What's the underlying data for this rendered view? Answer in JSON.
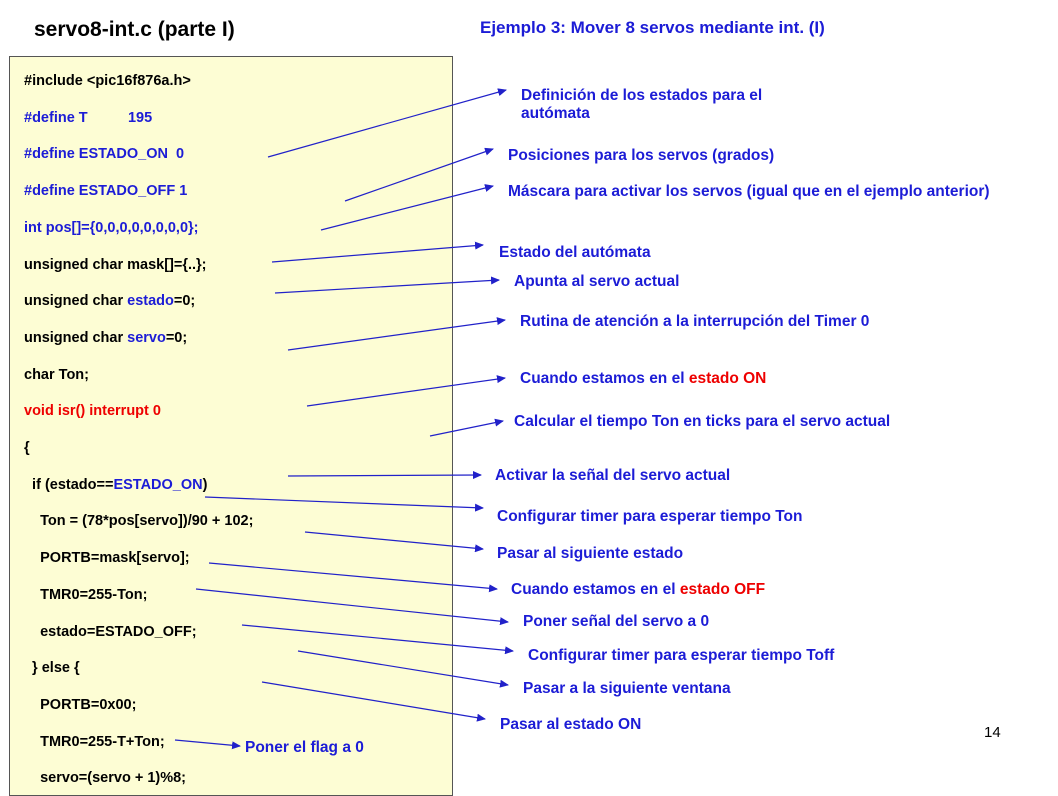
{
  "title": "servo8-int.c (parte I)",
  "subtitle": "Ejemplo 3: Mover 8 servos mediante int. (I)",
  "page_number": "14",
  "colors": {
    "code_default": "#000000",
    "code_accent": "#1c1cd6",
    "code_highlight": "#ee0000",
    "annotation": "#1c1cd6",
    "connector": "#2121c9",
    "panel_bg": "#fdfdd4"
  },
  "code": {
    "lines": [
      [
        {
          "t": "#include <pic16f876a.h>",
          "c": "default"
        }
      ],
      [
        {
          "t": "#define T",
          "c": "accent"
        },
        {
          "t": "          195",
          "c": "accent"
        }
      ],
      [
        {
          "t": "#define ESTADO_ON  0",
          "c": "accent"
        }
      ],
      [
        {
          "t": "#define ESTADO_OFF 1",
          "c": "accent"
        }
      ],
      [
        {
          "t": "int pos[]={0,0,0,0,0,0,0,0};",
          "c": "accent"
        }
      ],
      [
        {
          "t": "unsigned char mask[]={..};",
          "c": "default"
        }
      ],
      [
        {
          "t": "unsigned char ",
          "c": "default"
        },
        {
          "t": "estado",
          "c": "accent"
        },
        {
          "t": "=0;",
          "c": "default"
        }
      ],
      [
        {
          "t": "unsigned char ",
          "c": "default"
        },
        {
          "t": "servo",
          "c": "accent"
        },
        {
          "t": "=0;",
          "c": "default"
        }
      ],
      [
        {
          "t": "char Ton;",
          "c": "default"
        }
      ],
      [
        {
          "t": "void isr() interrupt 0",
          "c": "highlight"
        }
      ],
      [
        {
          "t": "{",
          "c": "default"
        }
      ],
      [
        {
          "t": "  if (estado==",
          "c": "default"
        },
        {
          "t": "ESTADO_ON",
          "c": "accent"
        },
        {
          "t": ")",
          "c": "default"
        }
      ],
      [
        {
          "t": "    Ton = (78*pos[servo])/90 + 102;",
          "c": "default"
        }
      ],
      [
        {
          "t": "    PORTB=mask[servo];",
          "c": "default"
        }
      ],
      [
        {
          "t": "    TMR0=255-Ton;",
          "c": "default"
        }
      ],
      [
        {
          "t": "    estado=ESTADO_OFF;",
          "c": "default"
        }
      ],
      [
        {
          "t": "  } else {",
          "c": "default"
        }
      ],
      [
        {
          "t": "    PORTB=0x00;",
          "c": "default"
        }
      ],
      [
        {
          "t": "    TMR0=255-T+Ton;",
          "c": "default"
        }
      ],
      [
        {
          "t": "    servo=(servo + 1)%8;",
          "c": "default"
        }
      ]
    ]
  },
  "annotations": [
    {
      "parts": [
        {
          "t": "Definición de los estados para el autómata"
        }
      ]
    },
    {
      "parts": [
        {
          "t": "Posiciones para los servos (grados)"
        }
      ]
    },
    {
      "parts": [
        {
          "t": "Máscara para activar los servos (igual que en el ejemplo anterior)"
        }
      ]
    },
    {
      "parts": [
        {
          "t": "Estado del autómata"
        }
      ]
    },
    {
      "parts": [
        {
          "t": "Apunta al servo actual"
        }
      ]
    },
    {
      "parts": [
        {
          "t": "Rutina de atención a la interrupción del Timer 0"
        }
      ]
    },
    {
      "parts": [
        {
          "t": "Cuando estamos en el "
        },
        {
          "t": "estado ON",
          "red": true
        }
      ]
    },
    {
      "parts": [
        {
          "t": "Calcular el tiempo Ton en ticks para el servo actual"
        }
      ]
    },
    {
      "parts": [
        {
          "t": "Activar la señal del servo actual"
        }
      ]
    },
    {
      "parts": [
        {
          "t": "Configurar timer para esperar tiempo Ton"
        }
      ]
    },
    {
      "parts": [
        {
          "t": "Pasar al siguiente estado"
        }
      ]
    },
    {
      "parts": [
        {
          "t": "Cuando estamos en el "
        },
        {
          "t": "estado OFF",
          "red": true
        }
      ]
    },
    {
      "parts": [
        {
          "t": "Poner señal del servo a 0"
        }
      ]
    },
    {
      "parts": [
        {
          "t": "Configurar timer para esperar tiempo Toff"
        }
      ]
    },
    {
      "parts": [
        {
          "t": "Pasar a la siguiente ventana"
        }
      ]
    },
    {
      "parts": [
        {
          "t": "Pasar al estado ON"
        }
      ]
    },
    {
      "parts": [
        {
          "t": "Poner el flag a 0"
        }
      ]
    }
  ]
}
